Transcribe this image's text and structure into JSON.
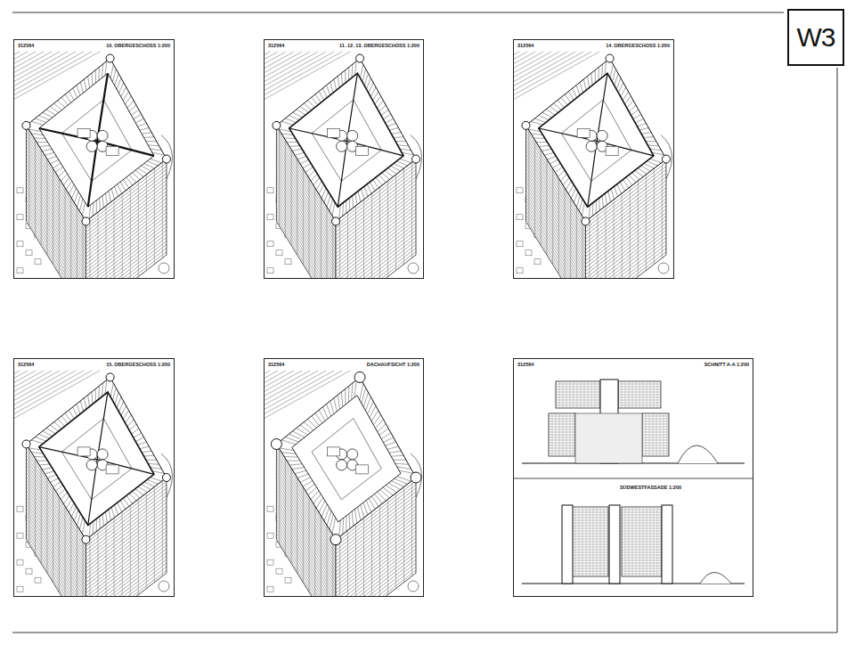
{
  "diagram": {
    "nodes": [
      {
        "text": [
          "W3"
        ]
      },
      {
        "text": [
          "312564",
          "10. OBERGESCHOSS 1:200"
        ]
      },
      {
        "text": [
          "312564",
          "11. 12. 13. OBERGESCHOSS 1:200"
        ]
      },
      {
        "text": [
          "312564",
          "14. OBERGESCHOSS 1:200"
        ]
      },
      {
        "text": [
          "312564",
          "15. OBERGESCHOSS 1:200"
        ]
      },
      {
        "text": [
          "312564",
          "DACHAUFSICHT 1:200"
        ]
      },
      {
        "text": [
          "312564",
          "SCHNITT A-A 1:200",
          "SÜDWESTFASSADE 1:200"
        ]
      }
    ]
  }
}
